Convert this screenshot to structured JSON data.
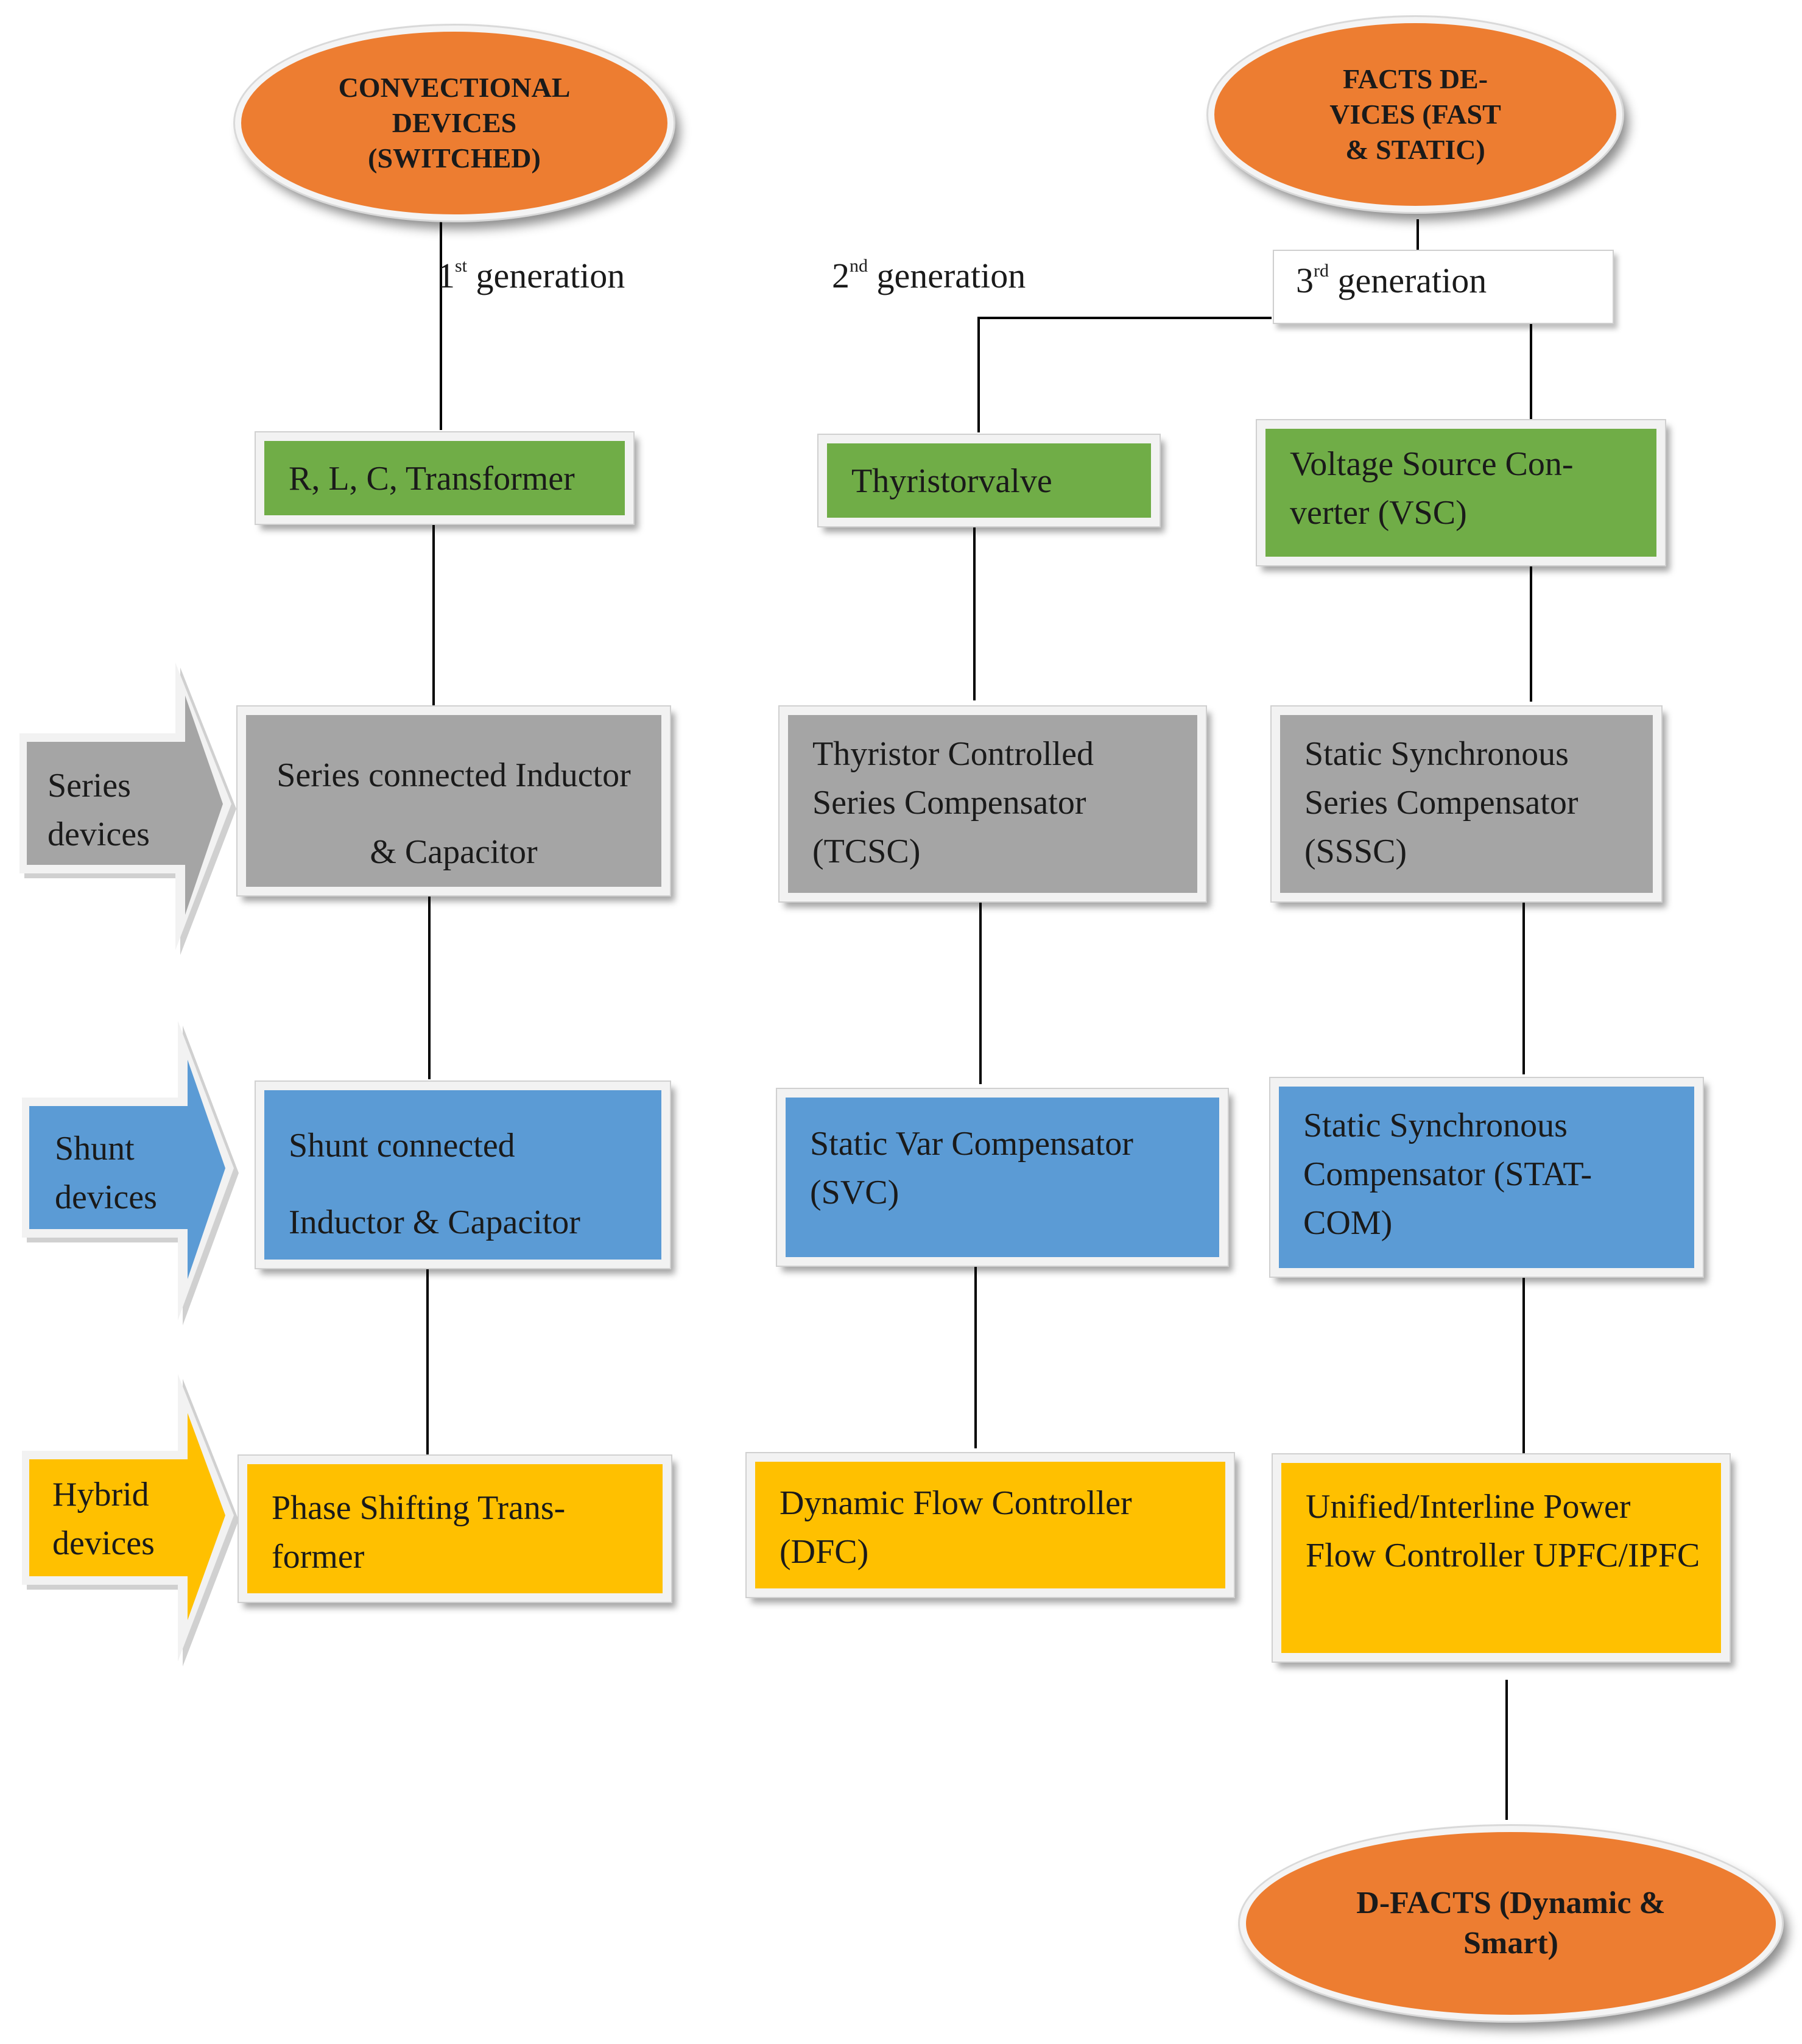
{
  "ovals": {
    "conventional": "CONVECTIONAL DEVICES (SWITCHED)",
    "facts": "FACTS DE-VICES (FAST & STATIC)",
    "dfacts": "D-FACTS (Dynamic & Smart)"
  },
  "generations": {
    "first": {
      "num": "1",
      "sup": "st",
      "text": "generation"
    },
    "second": {
      "num": "2",
      "sup": "nd",
      "text": "generation"
    },
    "third": {
      "num": "3",
      "sup": "rd",
      "text": "generation"
    }
  },
  "categories": {
    "series": "Series devices",
    "shunt": "Shunt devices",
    "hybrid": "Hybrid devices"
  },
  "columns": {
    "first": {
      "base": "R, L, C, Transformer",
      "series": "Series connected Inductor & Capacitor",
      "shunt": "Shunt connected Inductor & Capacitor",
      "hybrid": "Phase Shifting Trans-former"
    },
    "second": {
      "base": "Thyristorvalve",
      "series": "Thyristor Controlled Series Compensator (TCSC)",
      "shunt": "Static Var Compensator (SVC)",
      "hybrid": "Dynamic Flow Controller (DFC)"
    },
    "third": {
      "base": "Voltage Source Con-verter (VSC)",
      "series": "Static Synchronous Series Compensator (SSSC)",
      "shunt": "Static Synchronous Compensator (STAT-COM)",
      "hybrid": "Unified/Interline Power Flow Controller UPFC/IPFC"
    }
  },
  "colors": {
    "oval": "#ed7d31",
    "base": "#70ad47",
    "series": "#a5a5a5",
    "shunt": "#5b9bd5",
    "hybrid": "#ffc000"
  }
}
